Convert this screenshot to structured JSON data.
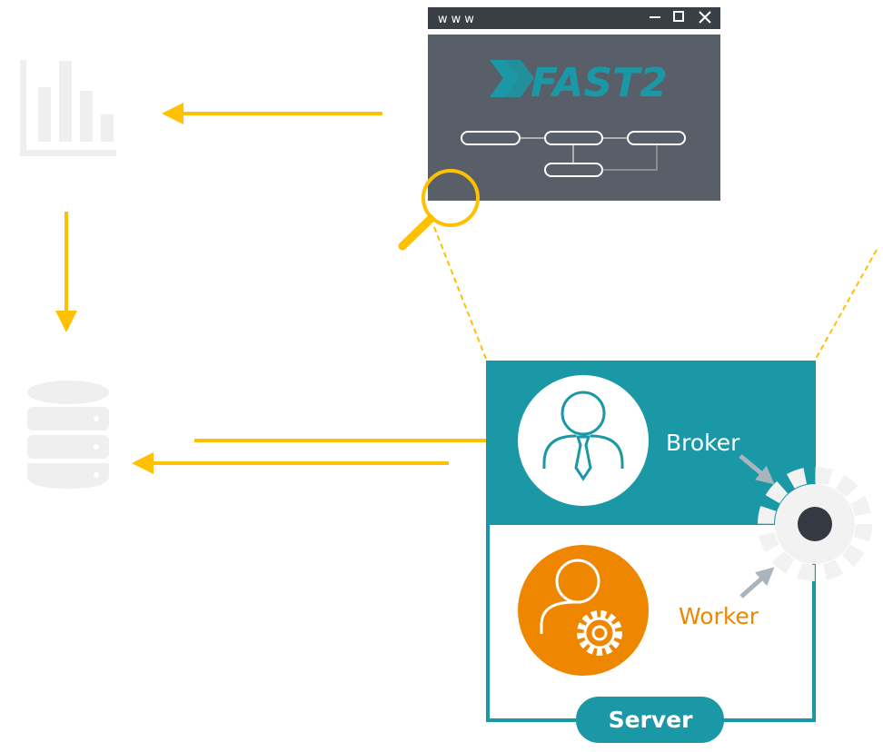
{
  "browser": {
    "title_text": "www",
    "logo_text": "FAST2"
  },
  "labels": {
    "broker": "Broker",
    "worker": "Worker",
    "server": "Server"
  },
  "colors": {
    "teal": "#1b98a6",
    "orange": "#ee8600",
    "yellow": "#ffc000",
    "gray_icon": "#efefef",
    "window_dark": "#3a3f46",
    "window_body": "#585f68",
    "gear": "#f2f2f2",
    "gear_center": "#353a42",
    "pointer_arrow": "#aab4bd"
  },
  "icons": [
    "bar-chart-icon",
    "database-icon",
    "magnifier-icon",
    "broker-person-icon",
    "worker-person-gear-icon",
    "gear-icon",
    "window-minimize-icon",
    "window-maximize-icon",
    "window-close-icon"
  ]
}
